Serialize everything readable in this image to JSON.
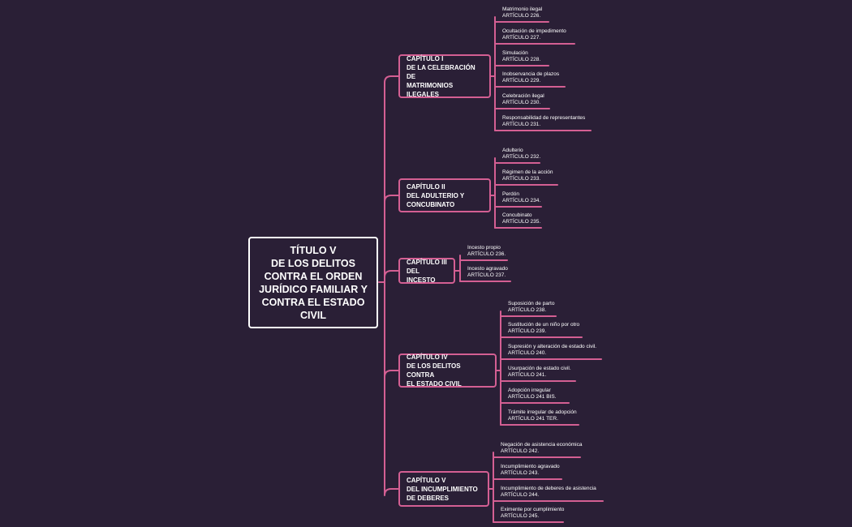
{
  "colors": {
    "background": "#2a1f36",
    "branch": "#d45f93",
    "root_border": "#ffffff"
  },
  "root": {
    "title": "TÍTULO V\nDE LOS DELITOS\nCONTRA EL ORDEN\nJURÍDICO FAMILIAR Y\nCONTRA EL ESTADO\nCIVIL"
  },
  "chapters": [
    {
      "label": "CAPÍTULO I\nDE LA CELEBRACIÓN DE\nMATRIMONIOS\nILEGALES",
      "leaves": [
        "Matrimonio ilegal\nARTÍCULO 226.",
        "Ocultación de impedimento\nARTÍCULO 227.",
        "Simulación\nARTÍCULO 228.",
        "Inobservancia de plazos\nARTÍCULO 229.",
        "Celebración ilegal\nARTÍCULO 230.",
        "Responsabilidad de representantes\nARTÍCULO 231."
      ]
    },
    {
      "label": "CAPÍTULO II\nDEL ADULTERIO Y\nCONCUBINATO",
      "leaves": [
        "Adulterio\nARTÍCULO 232.",
        "Régimen de la acción\nARTÍCULO 233.",
        "Perdón\nARTÍCULO 234.",
        "Concubinato\nARTÍCULO 235."
      ]
    },
    {
      "label": "CAPÍTULO III\nDEL INCESTO",
      "leaves": [
        "Incesto propio\nARTÍCULO 236.",
        "Incesto agravado\nARTÍCULO 237."
      ]
    },
    {
      "label": "CAPÍTULO IV\nDE LOS DELITOS CONTRA\nEL ESTADO CIVIL",
      "leaves": [
        "Suposición de parto\nARTÍCULO 238.",
        "Sustitución de un niño por otro\nARTÍCULO 239.",
        "Supresión y alteración de estado civil.\nARTÍCULO 240.",
        "Usurpación de estado civil.\nARTÍCULO 241.",
        "Adopción irregular\nARTÍCULO 241 BIS.",
        "Trámite irregular de adopción\nARTÍCULO 241 TER."
      ]
    },
    {
      "label": "CAPÍTULO V\nDEL INCUMPLIMIENTO\nDE DEBERES",
      "leaves": [
        "Negación de asistencia económica\nARTÍCULO 242.",
        "Incumplimiento agravado\nARTÍCULO 243.",
        "Incumplimiento de deberes de asistencia\nARTÍCULO 244.",
        "Eximente por cumplimiento\nARTÍCULO 245."
      ]
    }
  ]
}
